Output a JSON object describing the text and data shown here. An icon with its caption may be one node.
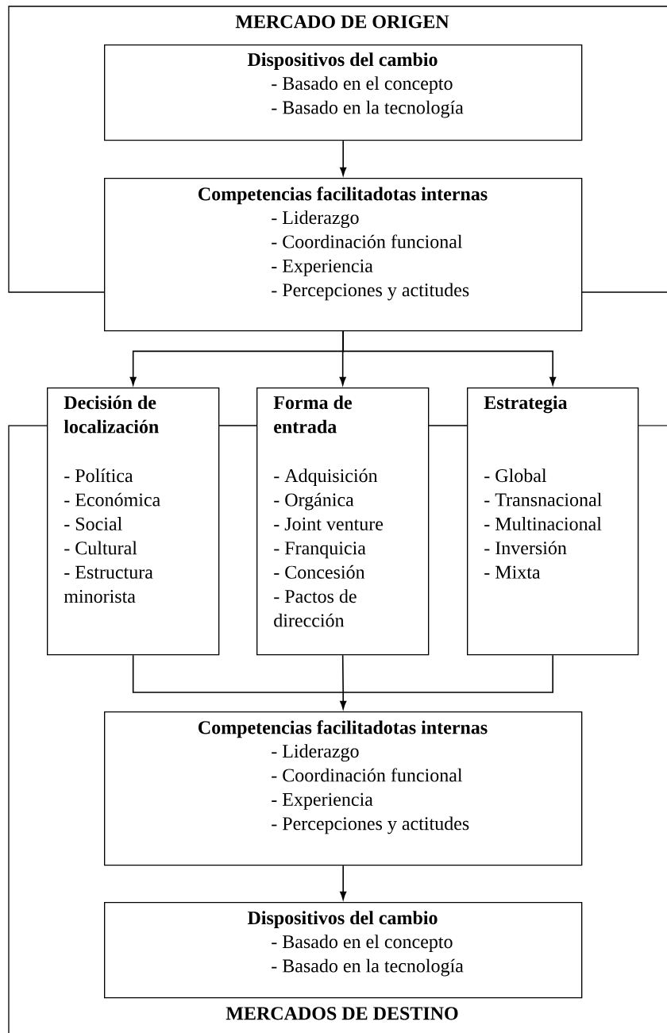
{
  "diagram": {
    "nodes": [
      {
        "text": [
          "MERCADO DE ORIGEN"
        ]
      },
      {
        "text": [
          "Dispositivos del cambio",
          "- Basado en el concepto",
          "- Basado en la tecnología"
        ],
        "in": 0
      },
      {
        "text": [
          "Competencias facilitadotas internas",
          "- Liderazgo",
          "- Coordinación funcional",
          "- Experiencia",
          "- Percepciones y actitudes"
        ]
      },
      {
        "text": [
          "Decisión de localización",
          "- Política",
          "- Económica",
          "- Social",
          "- Cultural",
          "- Estructura minorista"
        ]
      },
      {
        "text": [
          "Forma de entrada",
          "- Adquisición",
          "- Orgánica",
          "- Joint venture",
          "- Franquicia",
          "- Concesión",
          "- Pactos de dirección"
        ]
      },
      {
        "text": [
          "Estrategia",
          "- Global",
          "- Transnacional",
          "- Multinacional",
          "- Inversión",
          "- Mixta"
        ]
      },
      {
        "text": [
          "MERCADOS DE DESTINO"
        ]
      },
      {
        "text": [
          "Competencias facilitadotas internas",
          "- Liderazgo",
          "- Coordinación funcional",
          "- Experiencia",
          "- Percepciones y actitudes"
        ],
        "in": 6
      },
      {
        "text": [
          "Dispositivos del cambio",
          "- Basado en el concepto",
          "- Basado en la tecnología"
        ],
        "in": 6
      }
    ],
    "edges": [
      {
        "from": 1,
        "to": 2,
        "arrow": "to"
      },
      {
        "from": 2,
        "to": 3,
        "arrow": "to"
      },
      {
        "from": 2,
        "to": 4,
        "arrow": "to"
      },
      {
        "from": 2,
        "to": 5,
        "arrow": "to"
      },
      {
        "from": 3,
        "to": 7,
        "arrow": "to"
      },
      {
        "from": 4,
        "to": 7,
        "arrow": "to"
      },
      {
        "from": 5,
        "to": 7,
        "arrow": "to"
      },
      {
        "from": 7,
        "to": 8,
        "arrow": "to"
      }
    ]
  }
}
